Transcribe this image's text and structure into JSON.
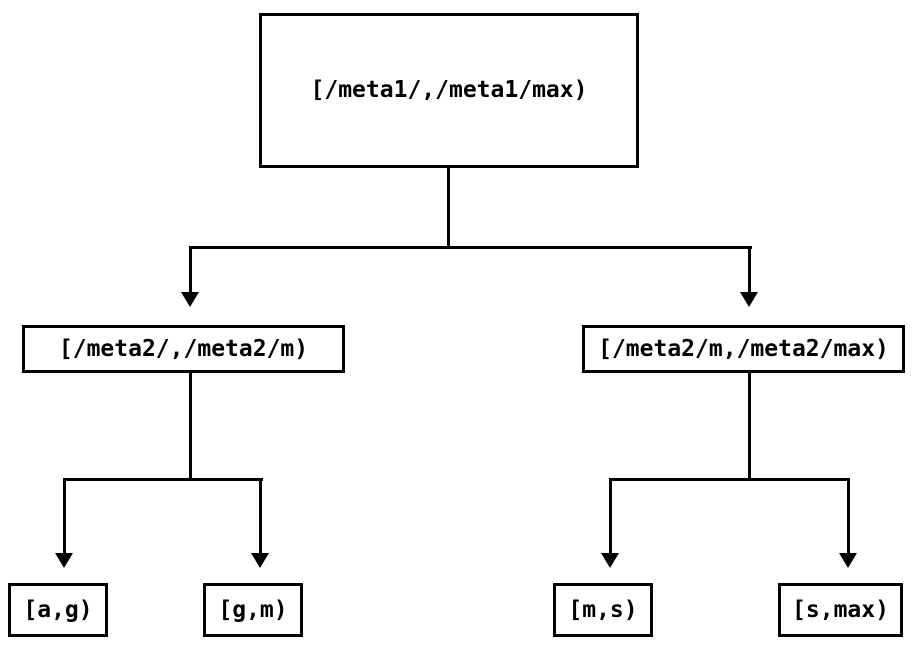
{
  "diagram": {
    "title": "interval-partition-tree",
    "colors": {
      "background": "#ffffff",
      "line": "#000000",
      "text": "#000000"
    },
    "root": {
      "label": "[/meta1/,/meta1/max)"
    },
    "level2_left": {
      "label": "[/meta2/,/meta2/m)"
    },
    "level2_right": {
      "label": "[/meta2/m,/meta2/max)"
    },
    "leaf_ag": {
      "label": "[a,g)"
    },
    "leaf_gm": {
      "label": "[g,m)"
    },
    "leaf_ms": {
      "label": "[m,s)"
    },
    "leaf_smax": {
      "label": "[s,max)"
    }
  }
}
